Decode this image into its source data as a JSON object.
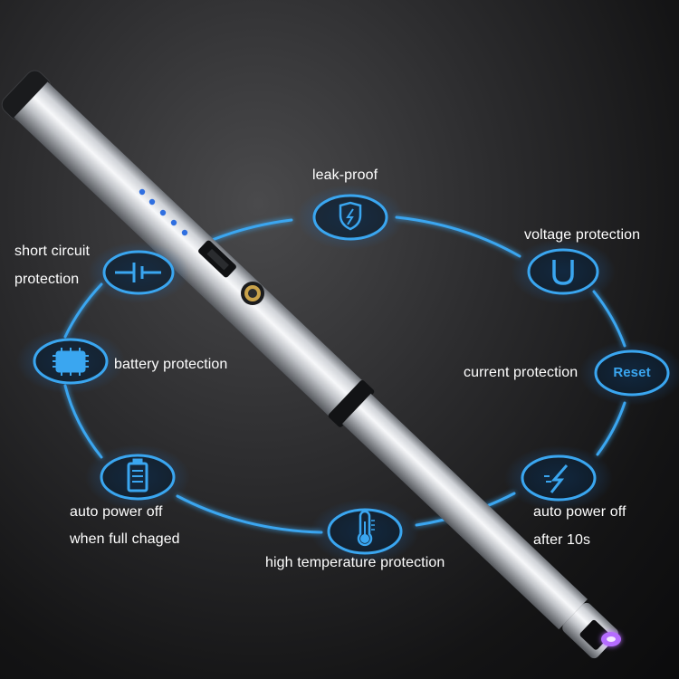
{
  "features": {
    "leak_proof": "leak-proof",
    "voltage": "voltage protection",
    "short_circuit_line1": "short circuit",
    "short_circuit_line2": "protection",
    "battery": "battery protection",
    "current": "current protection",
    "reset_badge": "Reset",
    "auto_off_full_line1": "auto power off",
    "auto_off_full_line2": "when full chaged",
    "auto_off_10s_line1": "auto power off",
    "auto_off_10s_line2": "after 10s",
    "high_temp": "high temperature protection"
  },
  "icons": {
    "leak_proof": "shield-lightning-icon",
    "voltage": "u-shape-icon",
    "short_circuit": "capacitor-icon",
    "battery": "chip-icon",
    "current": "reset-badge-icon",
    "auto_off_full": "battery-charge-icon",
    "auto_off_10s": "lightning-icon",
    "high_temp": "thermometer-icon"
  },
  "colors": {
    "accent": "#3aa6f0",
    "glow": "#1e6fc4",
    "label_text": "#ffffff",
    "indicator_led": "#2f6fe0",
    "arc_tip": "#b56cff"
  }
}
